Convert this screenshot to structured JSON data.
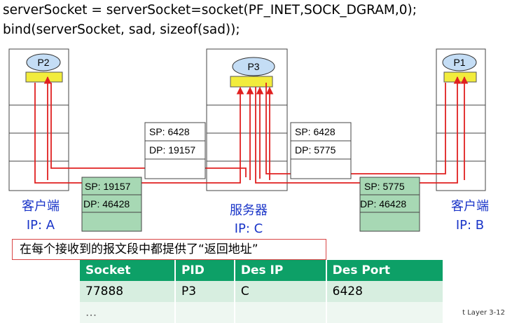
{
  "code": {
    "line1": "serverSocket = serverSocket=socket(PF_INET,SOCK_DGRAM,0);",
    "line2": "bind(serverSocket, sad, sizeof(sad));"
  },
  "hosts": {
    "client_a": {
      "process": "P2",
      "label": "客户端",
      "ip": "IP: A"
    },
    "server_c": {
      "process": "P3",
      "label": "服务器",
      "ip": "IP: C"
    },
    "client_b": {
      "process": "P1",
      "label": "客户端",
      "ip": "IP: B"
    }
  },
  "segments": {
    "a_to_c": {
      "sp": "SP: 19157",
      "dp": "DP: 46428"
    },
    "c_to_a": {
      "sp": "SP: 6428",
      "dp": "DP: 19157"
    },
    "c_to_b": {
      "sp": "SP: 6428",
      "dp": "DP: 5775"
    },
    "b_to_c": {
      "sp": "SP: 5775",
      "dp": "DP: 46428"
    }
  },
  "note": "在每个接收到的报文段中都提供了“返回地址”",
  "socket_table": {
    "headers": [
      "Socket",
      "PID",
      "Des IP",
      "Des Port"
    ],
    "rows": [
      [
        "77888",
        "P3",
        "C",
        "6428"
      ],
      [
        "...",
        "",
        "",
        ""
      ]
    ]
  },
  "footer_cut": "t Layer   3-12",
  "colors": {
    "arrow": "#e02020",
    "socket_box": "#f2ec3c",
    "process_oval": "#c4ddf5",
    "segment_green": "#a7d8b4",
    "ip_text": "#1a35c8",
    "table_header": "#0da067"
  }
}
